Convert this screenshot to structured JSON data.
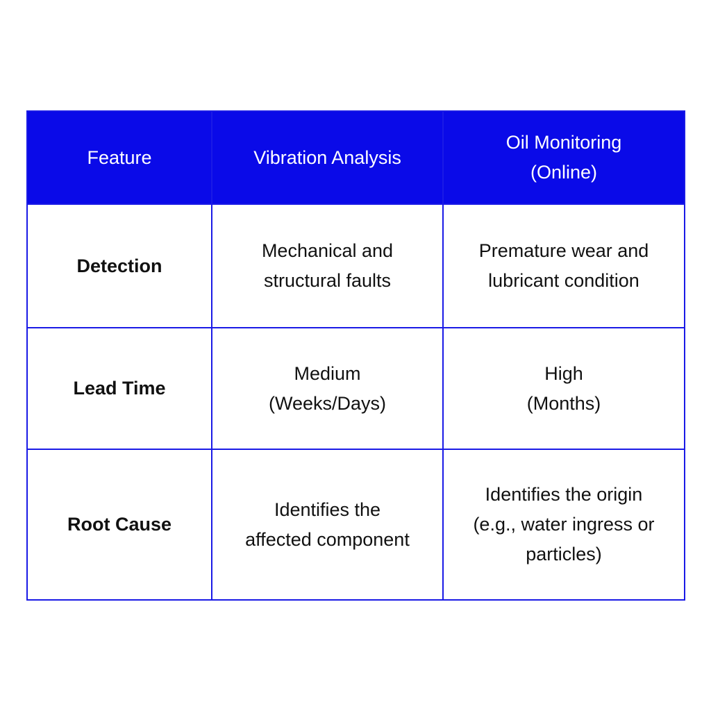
{
  "table": {
    "headers": [
      "Feature",
      "Vibration Analysis",
      "Oil Monitoring\n(Online)"
    ],
    "rows": [
      {
        "label": "Detection",
        "vibration": "Mechanical and\nstructural faults",
        "oil": "Premature wear and\nlubricant condition"
      },
      {
        "label": "Lead Time",
        "vibration": "Medium\n(Weeks/Days)",
        "oil": "High\n(Months)"
      },
      {
        "label": "Root Cause",
        "vibration": "Identifies the\naffected component",
        "oil": "Identifies the origin\n(e.g., water ingress or\nparticles)"
      }
    ]
  },
  "colors": {
    "header_bg": "#0a0ae8",
    "border": "#1a1ae6",
    "header_text": "#ffffff"
  }
}
